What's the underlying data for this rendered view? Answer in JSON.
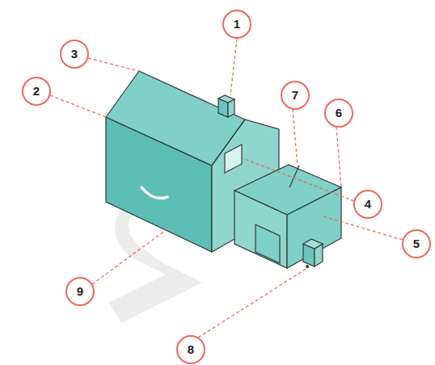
{
  "diagram": {
    "labels": [
      "1",
      "3",
      "7",
      "2",
      "6",
      "4",
      "5",
      "9",
      "8"
    ]
  }
}
